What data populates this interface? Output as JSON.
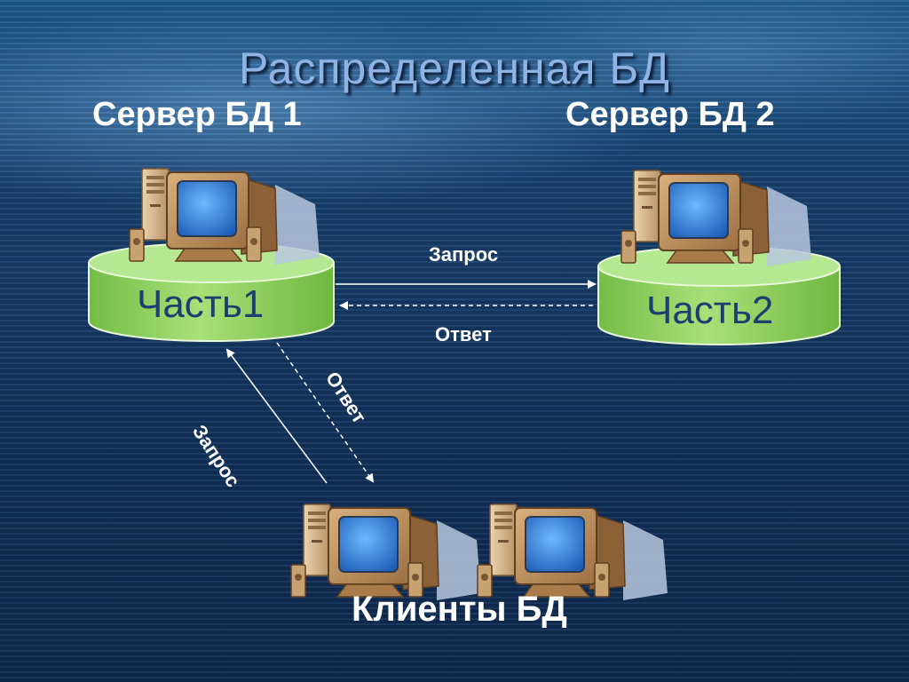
{
  "slide": {
    "title": "Распределенная БД",
    "server1_label": "Сервер БД 1",
    "server2_label": "Сервер БД 2",
    "part1_label": "Часть1",
    "part2_label": "Часть2",
    "clients_label": "Клиенты БД"
  },
  "arrows": {
    "server_request": "Запрос",
    "server_response": "Ответ",
    "client_request": "Запрос",
    "client_response": "Ответ"
  },
  "colors": {
    "cylinder_green": "#8fd35c",
    "title_blue": "#8fb4e4",
    "label_text": "#1d3f70",
    "monitor_beige": "#c89a64",
    "screen_blue": "#3f8fe0"
  },
  "icons": {
    "server_computer": "desktop-computer-icon",
    "client_computer": "desktop-computer-icon",
    "database": "database-cylinder-icon"
  }
}
